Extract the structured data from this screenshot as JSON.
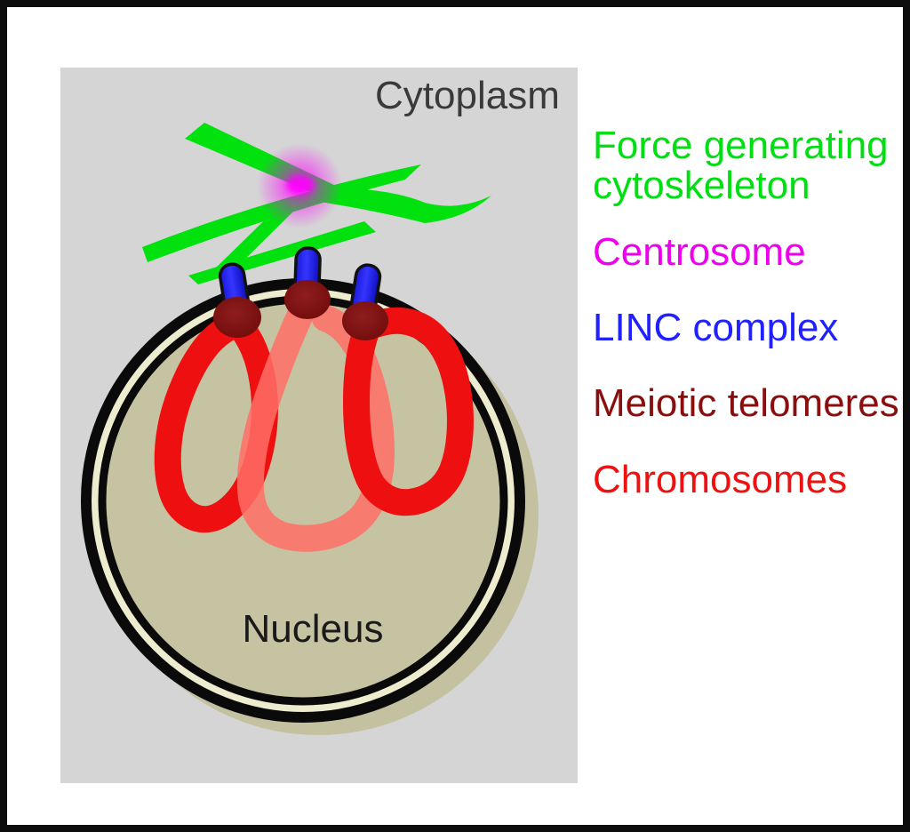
{
  "labels": {
    "cytoplasm": "Cytoplasm",
    "nucleus": "Nucleus"
  },
  "legend": {
    "items": [
      {
        "id": "force-generating-cytoskeleton",
        "label": "Force generating cytoskeleton",
        "color": "#00df12"
      },
      {
        "id": "centrosome",
        "label": "Centrosome",
        "color": "#ee00ee"
      },
      {
        "id": "linc-complex",
        "label": "LINC complex",
        "color": "#2121ff"
      },
      {
        "id": "meiotic-telomeres",
        "label": "Meiotic telomeres",
        "color": "#8b0e0e"
      },
      {
        "id": "chromosomes",
        "label": "Chromosomes",
        "color": "#ed1111"
      }
    ]
  },
  "colors": {
    "frame": "#0d0d0d",
    "page_background": "#ffffff",
    "cytoplasm_background": "#d5d5d5",
    "cytoplasm_label": "#3a3a3a",
    "nucleus_label": "#1a1a1a",
    "nucleus_fill": "#c6c3a2",
    "envelope_gap": "#eeeccf",
    "nuclear_envelope": "#0a0a0a",
    "nucleus_shadow": "#c3c09e",
    "chromosome_near": "#ee1010",
    "chromosome_far": "#ff6e66",
    "meiotic_telomere": "#7e1111",
    "linc_complex": "#2222ee",
    "cytoskeleton": "#00e10e",
    "centrosome": "#ff00ff"
  }
}
